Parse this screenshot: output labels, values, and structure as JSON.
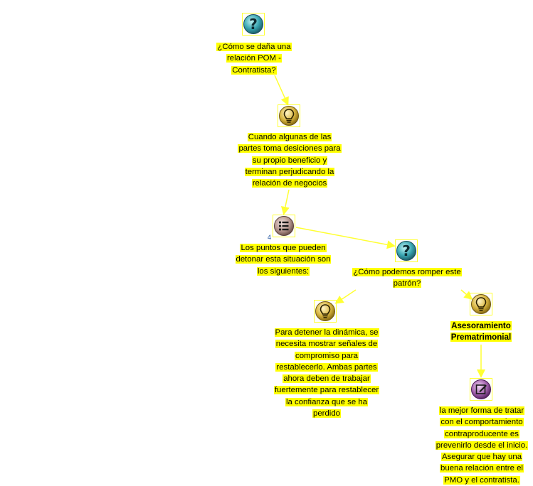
{
  "colors": {
    "highlight": "#ffff00",
    "link": "#ffff33",
    "question": "#2b8a96",
    "idea": "#c9a227",
    "list": "#8a6a6a",
    "note": "#7a3a8a"
  },
  "nodes": {
    "q1": {
      "icon": "question-icon",
      "text": "¿Cómo se daña una relación POM - Contratista?"
    },
    "idea1": {
      "icon": "lightbulb-icon",
      "text": "Cuando algunas de las partes toma desiciones para su propio beneficio y terminan perjudicando la relación de negocios"
    },
    "list1": {
      "icon": "list-icon",
      "count": "4",
      "text": "Los puntos que pueden detonar esta situación son los siguientes:"
    },
    "q2": {
      "icon": "question-icon",
      "text": "¿Cómo podemos romper este patrón?"
    },
    "idea2": {
      "icon": "lightbulb-icon",
      "text": "Para detener la dinámica, se necesita mostrar señales de compromiso para restablecerlo. Ambas partes ahora deben de trabajar fuertemente para restablecer la confianza que se ha perdido"
    },
    "idea3": {
      "icon": "lightbulb-icon",
      "text": "Asesoramiento Prematrimonial"
    },
    "note1": {
      "icon": "note-icon",
      "text": "la mejor forma de tratar con el comportamiento contraproducente es prevenirlo desde el inicio. Asegurar que hay una buena relación entre el PMO y el contratista."
    }
  }
}
